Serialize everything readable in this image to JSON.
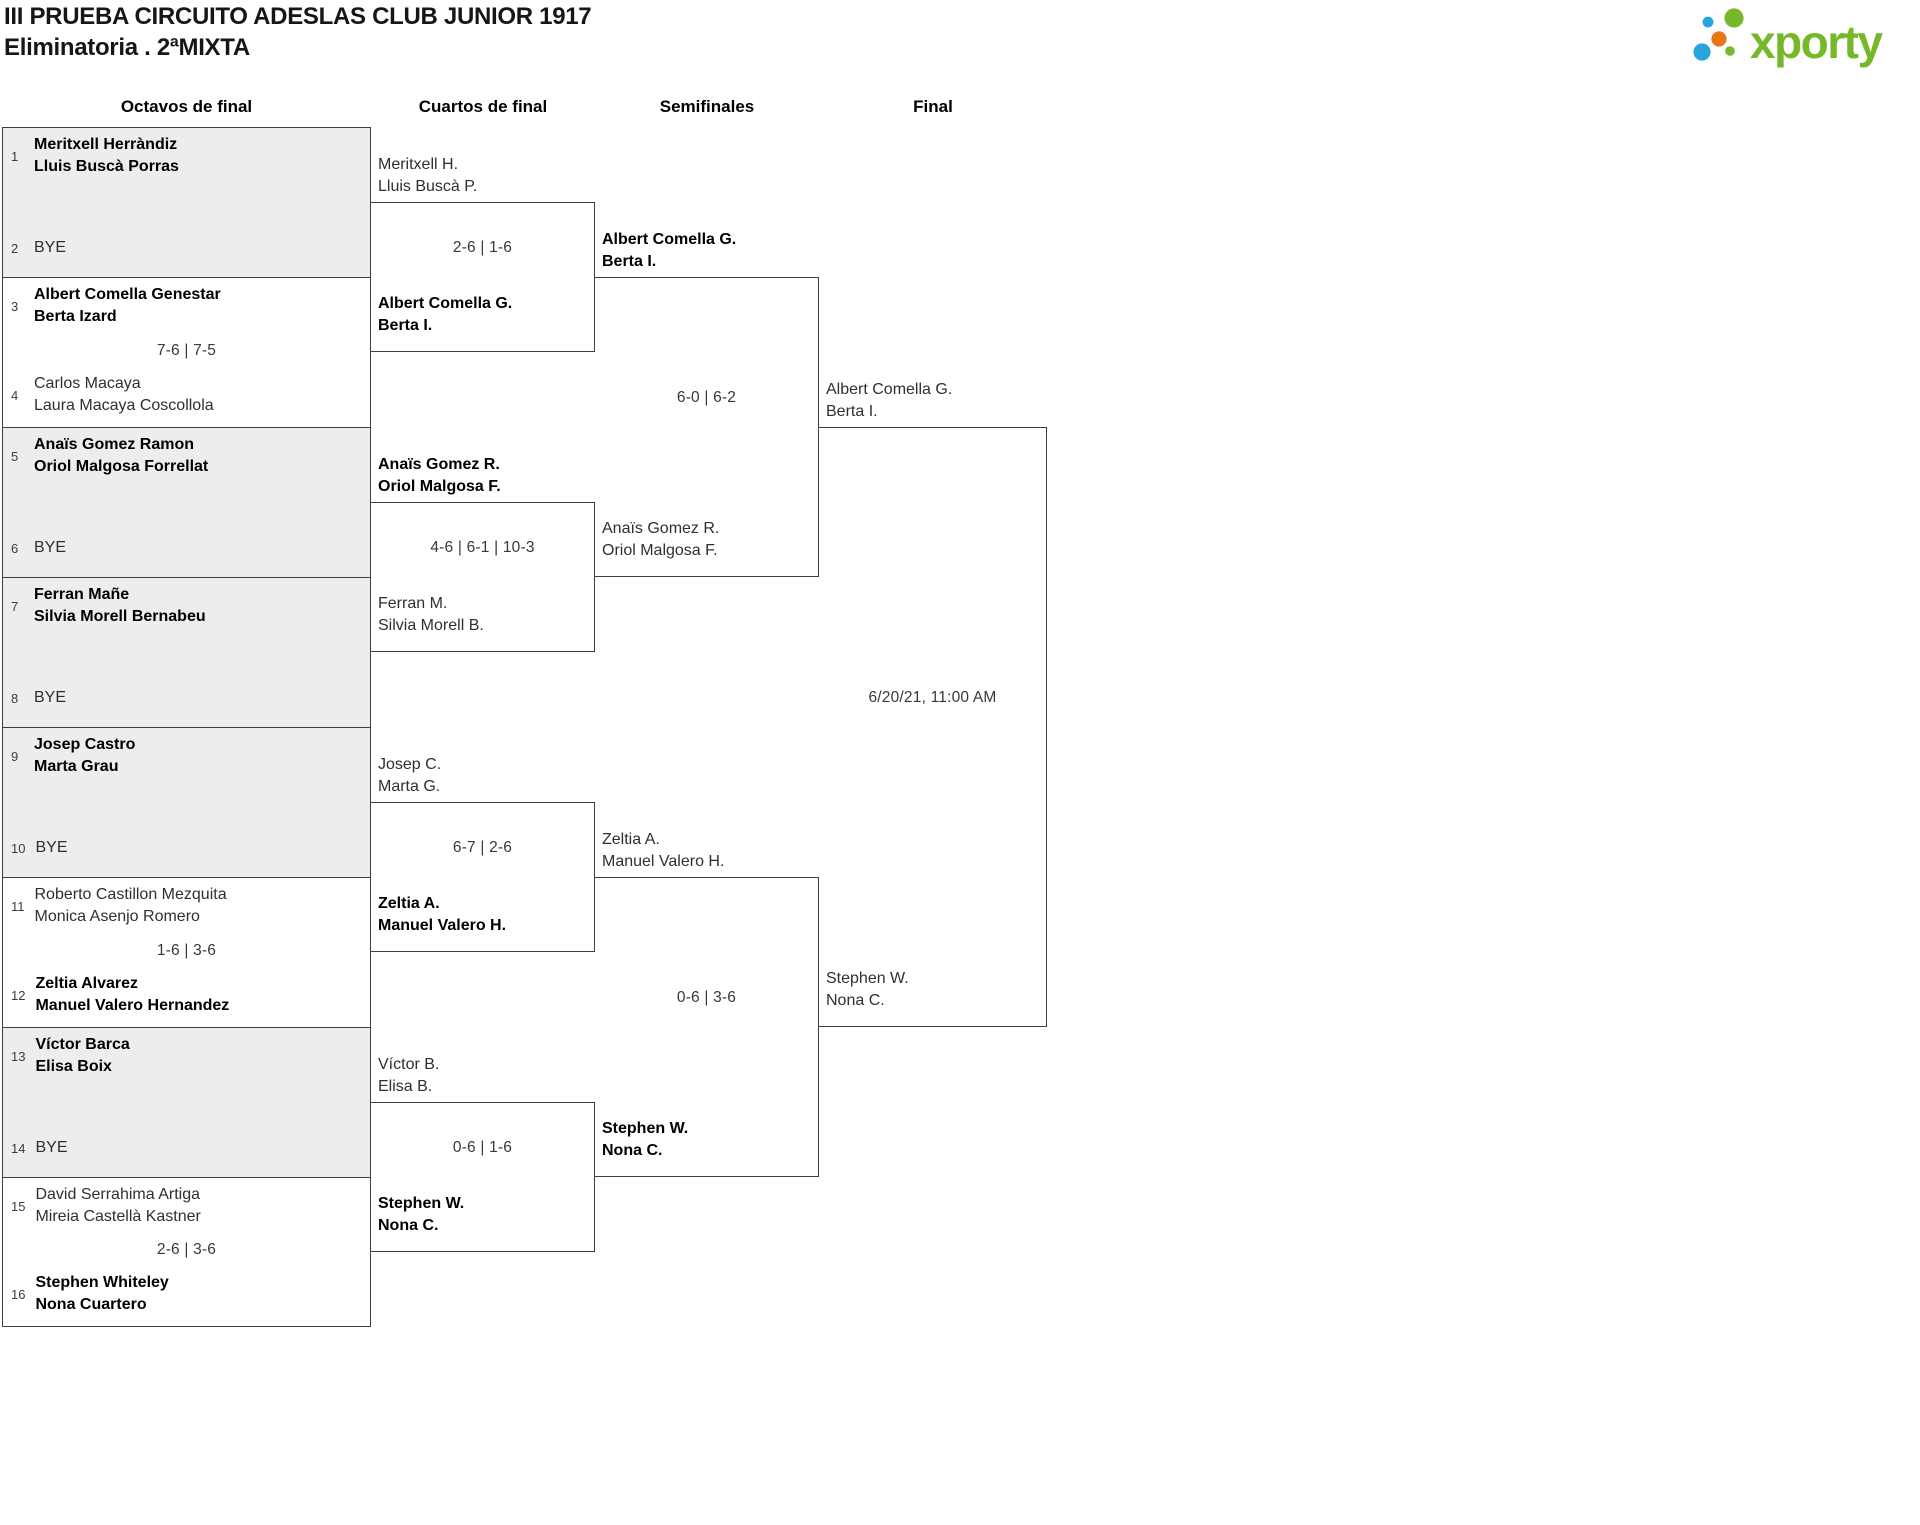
{
  "header": {
    "title": "III PRUEBA CIRCUITO ADESLAS CLUB JUNIOR 1917",
    "subtitle": "Eliminatoria . 2ªMIXTA",
    "logo_text": "xporty"
  },
  "colors": {
    "logo_green": "#76b82a",
    "logo_blue": "#29a4dc",
    "logo_orange": "#ea7614",
    "border": "#3f3f3f",
    "bye_box_fill": "#ededed"
  },
  "columns": [
    "Octavos de final",
    "Cuartos de final",
    "Semifinales",
    "Final"
  ],
  "rounds": {
    "r16": [
      {
        "seed1": "1",
        "team1": [
          "Meritxell Herràndiz",
          "Lluis Buscà Porras"
        ],
        "seed2": "2",
        "team2": [
          "BYE"
        ],
        "score": "",
        "winner": 1
      },
      {
        "seed1": "3",
        "team1": [
          "Albert Comella Genestar",
          "Berta Izard"
        ],
        "seed2": "4",
        "team2": [
          "Carlos Macaya",
          "Laura Macaya Coscollola"
        ],
        "score": "7-6 | 7-5",
        "winner": 1
      },
      {
        "seed1": "5",
        "team1": [
          "Anaïs Gomez Ramon",
          "Oriol Malgosa Forrellat"
        ],
        "seed2": "6",
        "team2": [
          "BYE"
        ],
        "score": "",
        "winner": 1
      },
      {
        "seed1": "7",
        "team1": [
          "Ferran Mañe",
          "Silvia Morell Bernabeu"
        ],
        "seed2": "8",
        "team2": [
          "BYE"
        ],
        "score": "",
        "winner": 1
      },
      {
        "seed1": "9",
        "team1": [
          "Josep Castro",
          "Marta Grau"
        ],
        "seed2": "10",
        "team2": [
          "BYE"
        ],
        "score": "",
        "winner": 1
      },
      {
        "seed1": "11",
        "team1": [
          "Roberto Castillon Mezquita",
          "Monica Asenjo Romero"
        ],
        "seed2": "12",
        "team2": [
          "Zeltia Alvarez",
          "Manuel Valero Hernandez"
        ],
        "score": "1-6 | 3-6",
        "winner": 2
      },
      {
        "seed1": "13",
        "team1": [
          "Víctor Barca",
          "Elisa Boix"
        ],
        "seed2": "14",
        "team2": [
          "BYE"
        ],
        "score": "",
        "winner": 1
      },
      {
        "seed1": "15",
        "team1": [
          "David Serrahima Artiga",
          "Mireia Castellà Kastner"
        ],
        "seed2": "16",
        "team2": [
          "Stephen Whiteley",
          "Nona Cuartero"
        ],
        "score": "2-6 | 3-6",
        "winner": 2
      }
    ],
    "qf": [
      {
        "team1": [
          "Meritxell H.",
          "Lluis Buscà P."
        ],
        "team2": [
          "Albert Comella G.",
          "Berta I."
        ],
        "score": "2-6 | 1-6",
        "winner": 2
      },
      {
        "team1": [
          "Anaïs Gomez R.",
          "Oriol Malgosa F."
        ],
        "team2": [
          "Ferran M.",
          "Silvia Morell B."
        ],
        "score": "4-6 | 6-1 | 10-3",
        "winner": 1
      },
      {
        "team1": [
          "Josep C.",
          "Marta G."
        ],
        "team2": [
          "Zeltia A.",
          "Manuel Valero H."
        ],
        "score": "6-7 | 2-6",
        "winner": 2
      },
      {
        "team1": [
          "Víctor B.",
          "Elisa B."
        ],
        "team2": [
          "Stephen W.",
          "Nona C."
        ],
        "score": "0-6 | 1-6",
        "winner": 2
      }
    ],
    "sf": [
      {
        "team1": [
          "Albert Comella G.",
          "Berta I."
        ],
        "team2": [
          "Anaïs Gomez R.",
          "Oriol Malgosa F."
        ],
        "score": "6-0 | 6-2",
        "winner": 1
      },
      {
        "team1": [
          "Zeltia A.",
          "Manuel Valero H."
        ],
        "team2": [
          "Stephen W.",
          "Nona C."
        ],
        "score": "0-6 | 3-6",
        "winner": 2
      }
    ],
    "final": [
      {
        "team1": [
          "Albert Comella G.",
          "Berta I."
        ],
        "team2": [
          "Stephen W.",
          "Nona C."
        ],
        "scheduled": "6/20/21, 11:00 AM",
        "winner": 0
      }
    ]
  }
}
